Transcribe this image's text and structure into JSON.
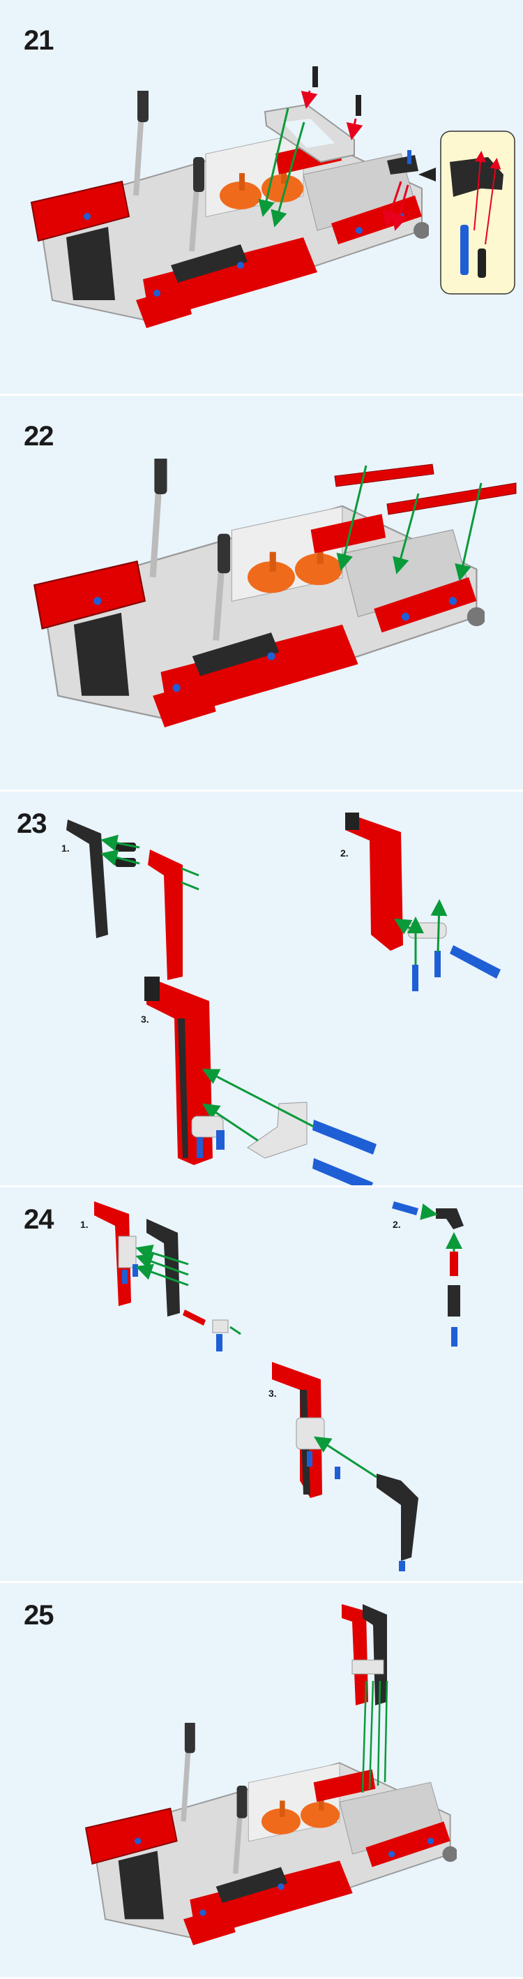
{
  "steps": [
    {
      "number": "21"
    },
    {
      "number": "22"
    },
    {
      "number": "23",
      "substeps": [
        "1.",
        "2.",
        "3."
      ]
    },
    {
      "number": "24",
      "substeps": [
        "1.",
        "2.",
        "3."
      ]
    },
    {
      "number": "25"
    }
  ],
  "colors": {
    "background": "#eaf4fb",
    "red": "#e00000",
    "black": "#2a2a2a",
    "grey": "#e4e4e4",
    "blue": "#1f5fd6",
    "orange": "#f06a1c",
    "arrow_green": "#0a9a3a",
    "arrow_red": "#e8001c",
    "callout": "#fdf8cf"
  }
}
